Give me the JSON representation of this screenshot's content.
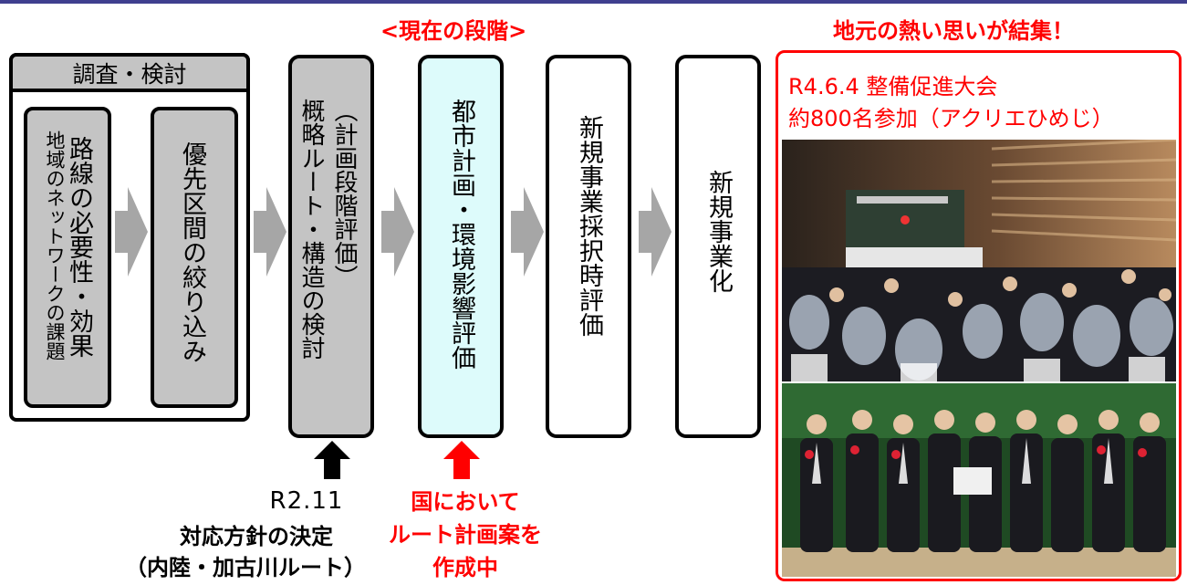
{
  "stage_label": "<現在の段階>",
  "passion_label": "地元の熱い思いが結集！",
  "survey": {
    "title": "調査・検討",
    "box1_main": "路線の必要性・効果",
    "box1_sub": "地域のネットワークの課題",
    "box2": "優先区間の絞り込み"
  },
  "planning": {
    "main": "概略ルート・構造の検討",
    "sub": "（計画段階評価）"
  },
  "urban_planning": "都市計画・環境影響評価",
  "new_project_eval": "新規事業採択時評価",
  "new_project": "新規事業化",
  "decision": {
    "date": "R2.11",
    "line1": "対応方針の決定",
    "line2": "（内陸・加古川ルート）"
  },
  "national": {
    "line1": "国において",
    "line2": "ルート計画案を",
    "line3": "作成中"
  },
  "event": {
    "line1": "R4.6.4 整備促進大会",
    "line2": "約800名参加（アクリエひめじ）"
  },
  "colors": {
    "accent_red": "#ff0000",
    "box_gray": "#c4c4c4",
    "current_stage_fill": "#ddfbfb",
    "arrow_gray": "#a6a6a6"
  }
}
